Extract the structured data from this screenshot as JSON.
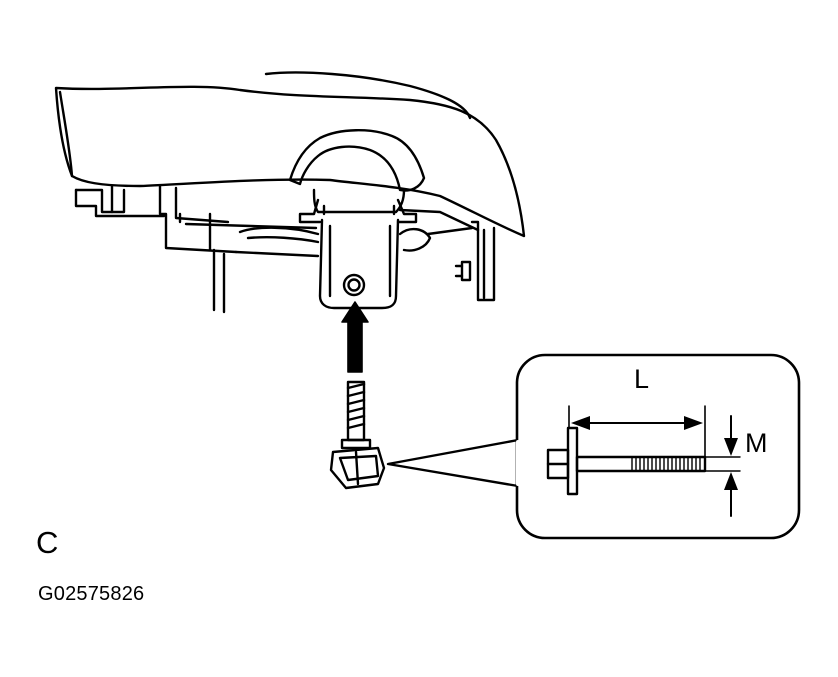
{
  "figure": {
    "view_label": "C",
    "figure_code": "G02575826"
  },
  "detail": {
    "length_label": "L",
    "diameter_label": "M"
  }
}
